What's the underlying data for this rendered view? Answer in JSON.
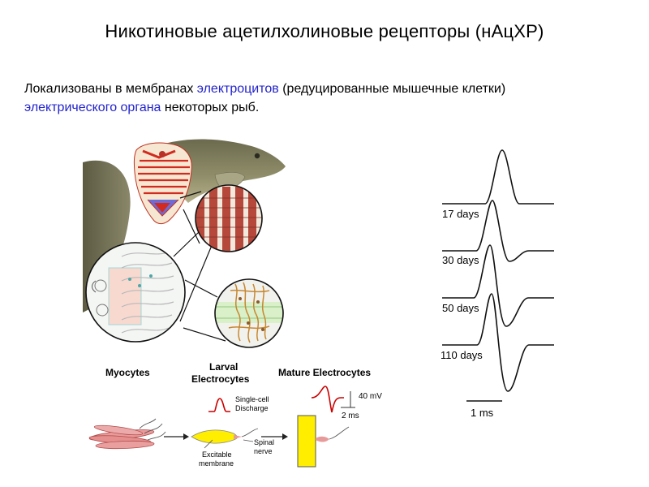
{
  "title": "Никотиновые ацетилхолиновые рецепторы (нАцХР)",
  "intro": {
    "part1": "Локализованы в мембранах ",
    "link1": "электроцитов",
    "part2": " (редуцированные мышечные клетки)",
    "link2": "электрического органа",
    "part3": " некоторых рыб."
  },
  "colors": {
    "highlight": "#2222cc",
    "electrocyte": "#ffee00",
    "discharge": "#cc0000"
  },
  "development": {
    "myocytes": "Myocytes",
    "larval_l1": "Larval",
    "larval_l2": "Electrocytes",
    "mature": "Mature Electrocytes",
    "single_l1": "Single-cell",
    "single_l2": "Discharge",
    "scale_mv": "40 mV",
    "scale_ms": "2 ms",
    "excitable_l1": "Excitable",
    "excitable_l2": "membrane",
    "spinal_l1": "Spinal",
    "spinal_l2": "nerve"
  },
  "traces": {
    "labels": [
      "17 days",
      "30 days",
      "50 days",
      "110 days"
    ],
    "scale": "1 ms"
  }
}
